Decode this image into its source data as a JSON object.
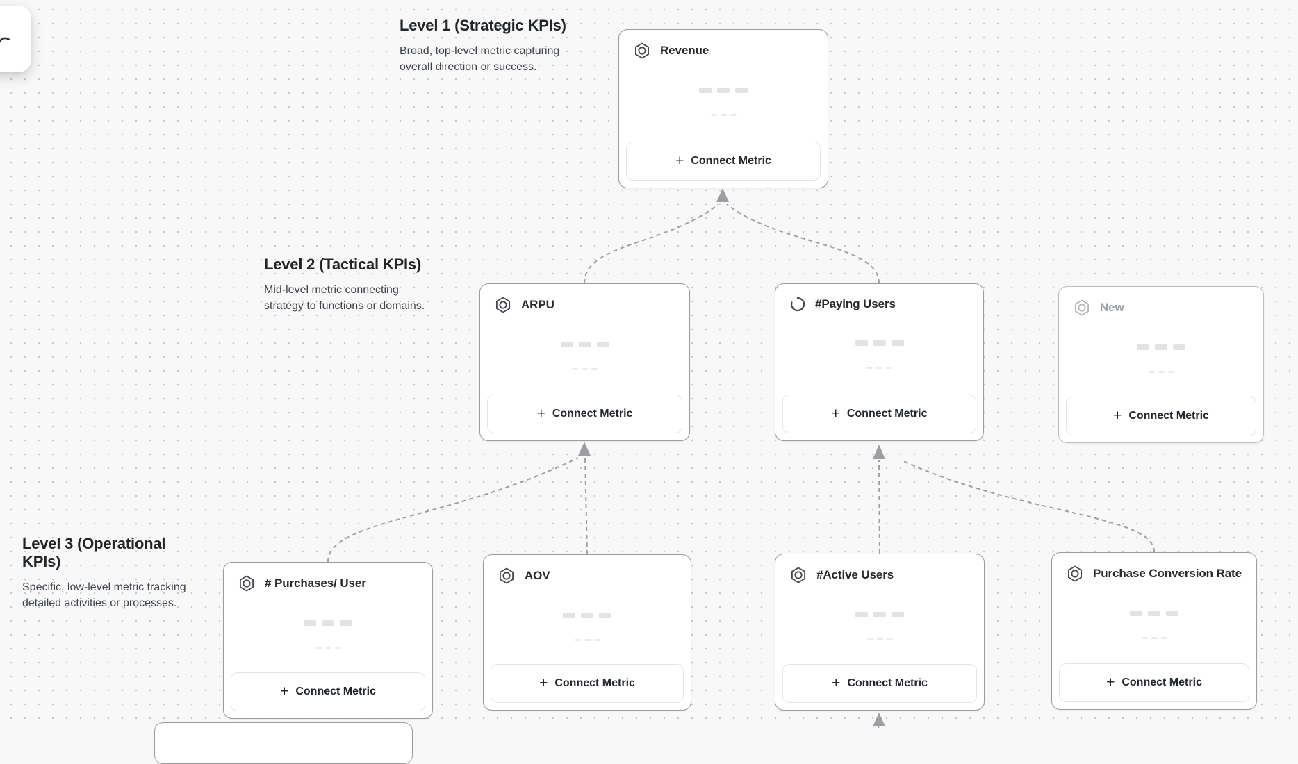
{
  "app": {
    "view": "kpi-metric-tree-canvas"
  },
  "levels": [
    {
      "title": "Level 1 (Strategic KPIs)",
      "description": "Broad, top-level metric capturing overall direction or success."
    },
    {
      "title": "Level 2 (Tactical KPIs)",
      "description": "Mid-level metric connecting strategy to functions or domains."
    },
    {
      "title": "Level 3 (Operational KPIs)",
      "description": "Specific, low-level metric tracking detailed activities or processes."
    }
  ],
  "cards": [
    {
      "title": "Revenue",
      "level": 1,
      "icon": "metric-hexagon",
      "state": "default"
    },
    {
      "title": "ARPU",
      "level": 2,
      "icon": "metric-hexagon",
      "state": "default"
    },
    {
      "title": "#Paying Users",
      "level": 2,
      "icon": "loading-spinner",
      "state": "loading"
    },
    {
      "title": "New",
      "level": 2,
      "icon": "metric-hexagon",
      "state": "draft"
    },
    {
      "title": "# Purchases/ User",
      "level": 3,
      "icon": "metric-hexagon",
      "state": "default"
    },
    {
      "title": "AOV",
      "level": 3,
      "icon": "metric-hexagon",
      "state": "default"
    },
    {
      "title": "#Active Users",
      "level": 3,
      "icon": "metric-hexagon",
      "state": "default"
    },
    {
      "title": "Purchase Conversion Rate",
      "level": 3,
      "icon": "metric-hexagon",
      "state": "default"
    }
  ],
  "connect_button_label": "Connect Metric",
  "connections": [
    {
      "from": "ARPU",
      "to": "Revenue"
    },
    {
      "from": "#Paying Users",
      "to": "Revenue"
    },
    {
      "from": "# Purchases/ User",
      "to": "ARPU"
    },
    {
      "from": "AOV",
      "to": "ARPU"
    },
    {
      "from": "#Active Users",
      "to": "#Paying Users"
    },
    {
      "from": "Purchase Conversion Rate",
      "to": "#Paying Users"
    },
    {
      "from": null,
      "to": "#Active Users"
    }
  ],
  "colors": {
    "canvas_bg": "#f8f8f8",
    "grid_dot": "#c8c9cb",
    "card_border": "#9b9c9e",
    "connector": "#9d9ea1",
    "title_text": "#26282c",
    "muted_text": "#9da1a6",
    "button_border": "#e4e5e8"
  }
}
